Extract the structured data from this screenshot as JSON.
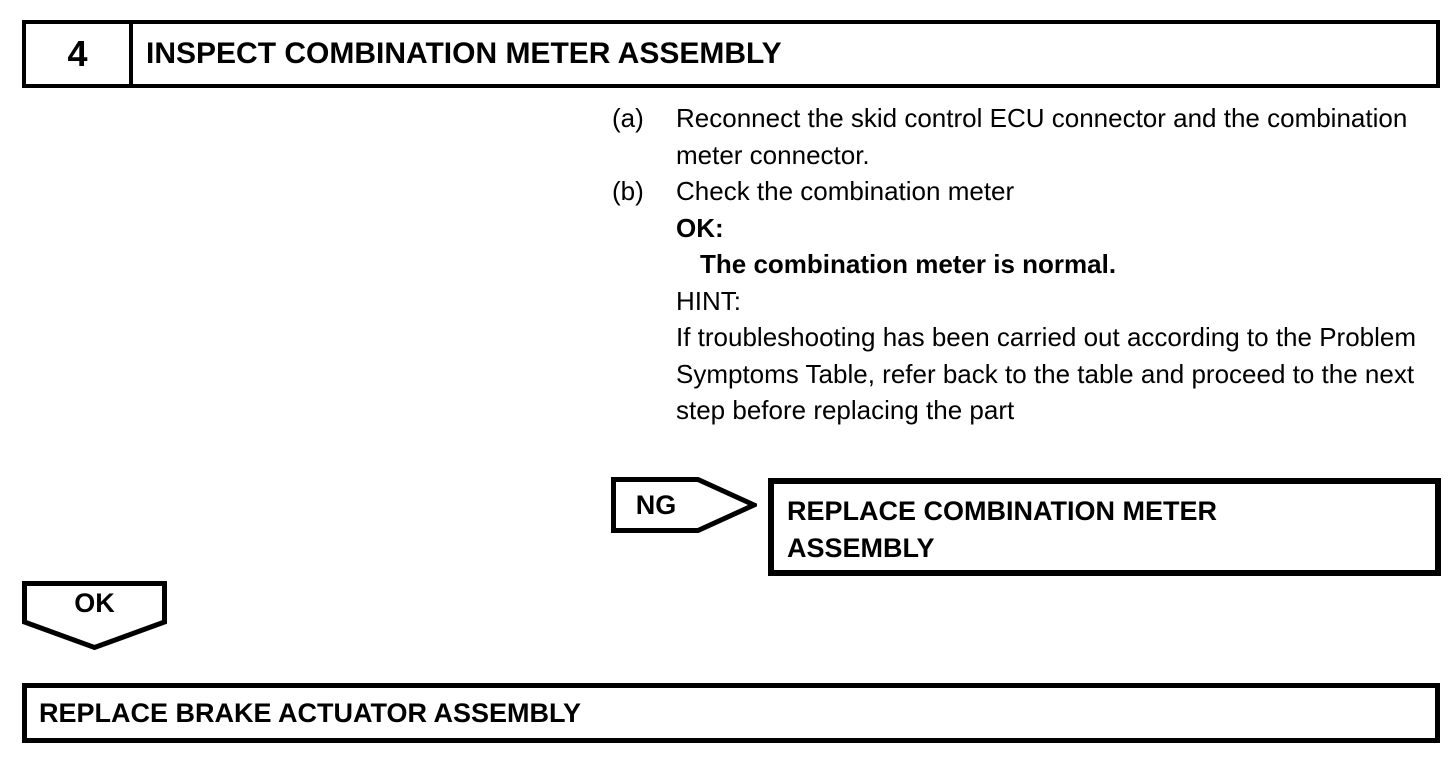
{
  "colors": {
    "ink": "#000000",
    "paper": "#ffffff"
  },
  "step": {
    "number": "4",
    "title": "INSPECT COMBINATION METER ASSEMBLY"
  },
  "instructions": {
    "items": [
      {
        "label": "(a)",
        "text": "Reconnect the skid control ECU connector and the combination meter connector."
      },
      {
        "label": "(b)",
        "text": "Check the combination meter"
      }
    ],
    "ok_label": "OK:",
    "ok_text": "The combination meter is normal.",
    "hint_label": "HINT:",
    "hint_text": "If troubleshooting has been carried out according to the Problem Symptoms Table, refer back to the table and proceed to the next step before replacing the part"
  },
  "ng_branch": {
    "label": "NG",
    "result_lines": [
      "REPLACE COMBINATION METER",
      "ASSEMBLY"
    ]
  },
  "ok_branch": {
    "label": "OK",
    "result": "REPLACE BRAKE ACTUATOR ASSEMBLY"
  }
}
